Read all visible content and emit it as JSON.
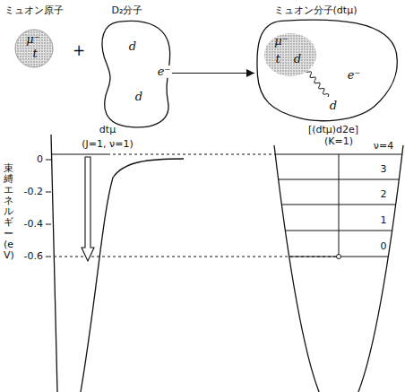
{
  "diagram": {
    "nodes": [
      {
        "text": [
          "ミュオン原子",
          "μ⁻",
          "t"
        ]
      },
      {
        "text": [
          "D₂分子",
          "d",
          "d",
          "e⁻"
        ]
      },
      {
        "text": [
          "ミュオン分子(dtμ)",
          "e⁻",
          "d"
        ]
      },
      {
        "text": [
          "μ⁻",
          "t",
          "d"
        ],
        "in": 2
      }
    ],
    "edges": [
      {
        "from": 1,
        "to": 2,
        "arrow": "to"
      }
    ],
    "labels": [
      "+",
      "束縛エネルギー(eV)",
      "0",
      "-0.2",
      "-0.4",
      "-0.6",
      "dtμ",
      "(J=1, ν=1)",
      "[(dtμ)d2e]",
      "(K=1)",
      "ν=4",
      "3",
      "2",
      "1",
      "0"
    ]
  }
}
